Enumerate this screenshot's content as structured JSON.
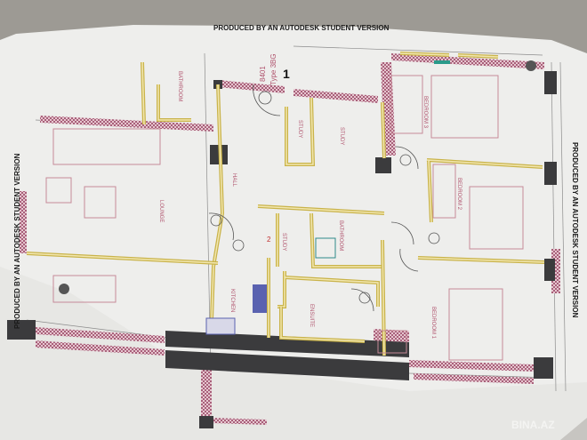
{
  "plan": {
    "watermark_top": "PRODUCED BY AN AUTODESK STUDENT VERSION",
    "watermark_left": "PRODUCED BY AN AUTODESK STUDENT VERSION",
    "watermark_right": "PRODUCED BY AN AUTODESK STUDENT VERSION",
    "unit_number": "8401",
    "unit_type": "Type 3BG",
    "marker_1": "1",
    "marker_2": "2",
    "rooms": {
      "bathroom_top": "BATHROOM",
      "lounge": "LOUNGE",
      "hall": "HALL",
      "study_top": "STUDY",
      "study_mid": "STUDY",
      "study_small": "STUDY",
      "bedroom_3": "BEDROOM 3",
      "bedroom_2": "BEDROOM 2",
      "bedroom_1": "BEDROOM 1",
      "bathroom_mid": "BATHROOM",
      "ensuite": "ENSUITE",
      "kitchen": "KITCHEN"
    },
    "site_watermark": "BINA.AZ"
  },
  "colors": {
    "wall_timber": "#c9b34a",
    "wall_masonry": "#c8849a",
    "column": "#3b3b3d",
    "furniture": "#c68a98",
    "paper": "#f1f1f0",
    "background": "#9d9a94"
  }
}
